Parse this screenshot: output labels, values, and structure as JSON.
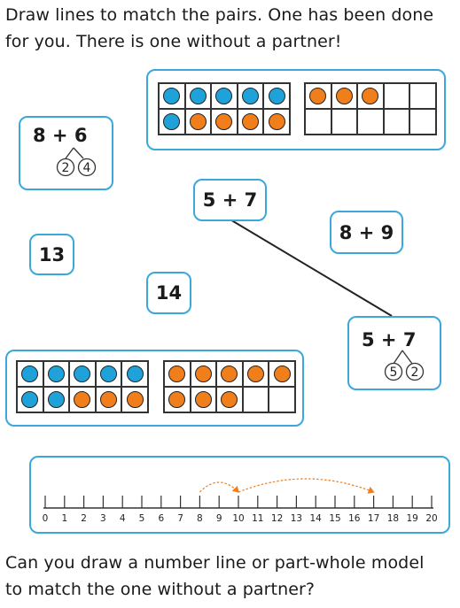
{
  "instructions": {
    "line1": "Draw lines to match the pairs. One has been done",
    "line2": "for you. There is one without a partner!"
  },
  "cards": {
    "eight_plus_six": {
      "expression": "8 + 6",
      "part1": "2",
      "part2": "4"
    },
    "five_plus_seven_top": {
      "expression": "5 + 7"
    },
    "eight_plus_nine": {
      "expression": "8 + 9"
    },
    "thirteen": {
      "value": "13"
    },
    "fourteen": {
      "value": "14"
    },
    "five_plus_seven_model": {
      "expression": "5 + 7",
      "part1": "5",
      "part2": "2"
    }
  },
  "ten_frames_top": {
    "left": [
      "blue",
      "blue",
      "blue",
      "blue",
      "blue",
      "blue",
      "orange",
      "orange",
      "orange",
      "orange"
    ],
    "right": [
      "orange",
      "orange",
      "orange",
      "",
      "",
      "",
      "",
      "",
      "",
      ""
    ]
  },
  "ten_frames_bottom": {
    "left": [
      "blue",
      "blue",
      "blue",
      "blue",
      "blue",
      "blue",
      "blue",
      "orange",
      "orange",
      "orange"
    ],
    "right": [
      "orange",
      "orange",
      "orange",
      "orange",
      "orange",
      "orange",
      "orange",
      "orange",
      "",
      ""
    ]
  },
  "number_line": {
    "labels": [
      "0",
      "1",
      "2",
      "3",
      "4",
      "5",
      "6",
      "7",
      "8",
      "9",
      "10",
      "11",
      "12",
      "13",
      "14",
      "15",
      "16",
      "17",
      "18",
      "19",
      "20"
    ],
    "jump1": {
      "from": 8,
      "to": 10
    },
    "jump2": {
      "from": 10,
      "to": 17
    },
    "jump_color": "#f07e1a"
  },
  "footer": {
    "line1": "Can you draw a number line or part-whole model",
    "line2": "to match the one without a partner?"
  },
  "colors": {
    "card_border": "#3aa8dc",
    "blue": "#1fa2d9",
    "orange": "#f07e1a"
  }
}
